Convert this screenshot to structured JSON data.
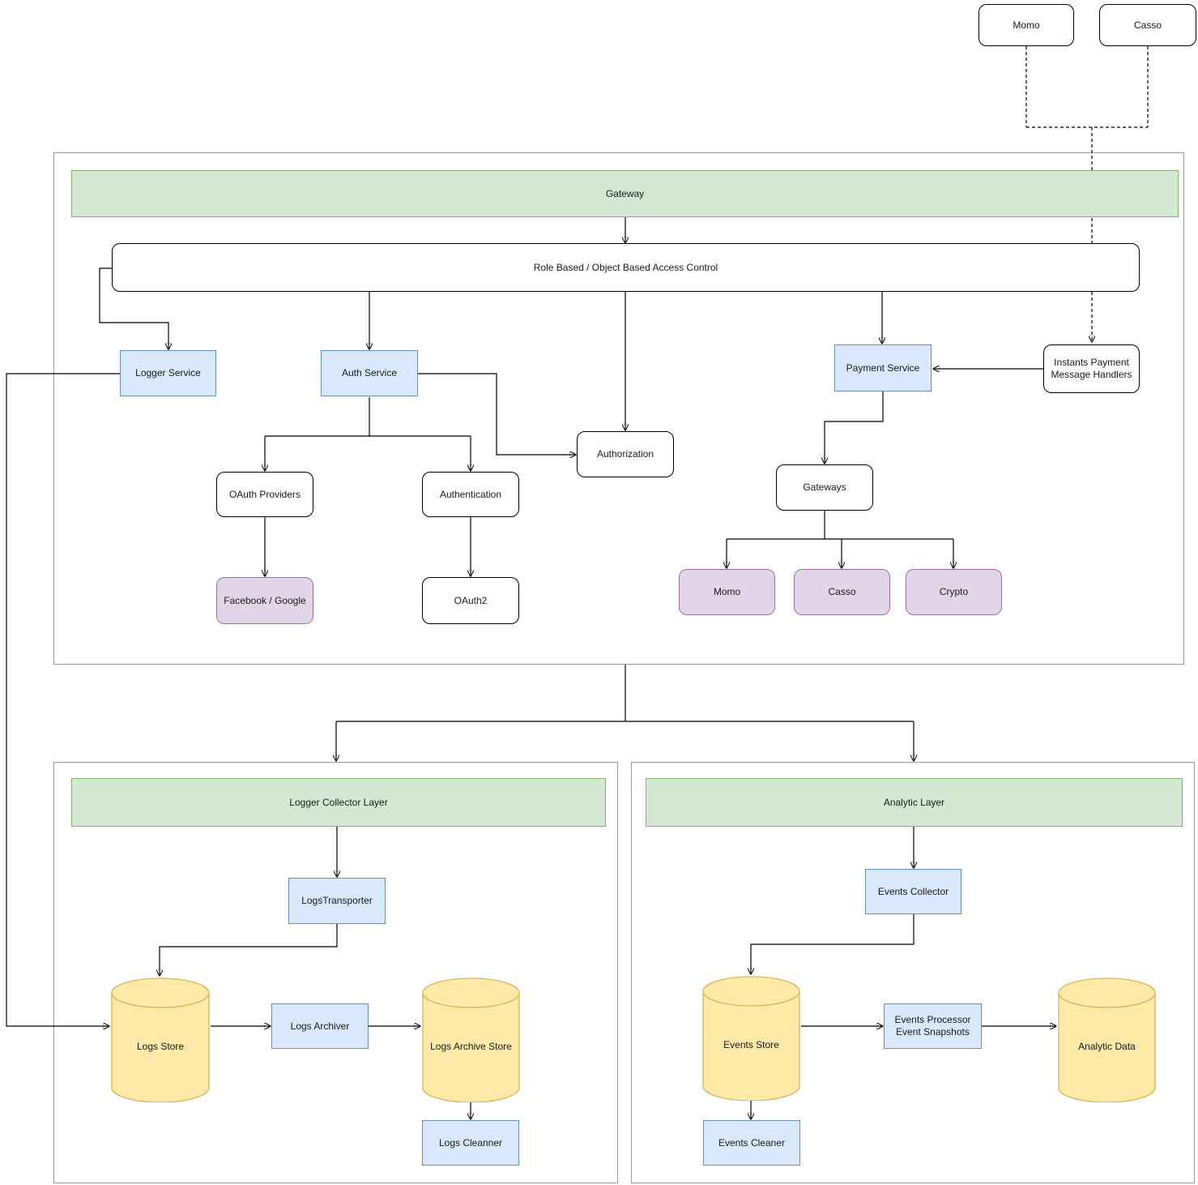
{
  "external": {
    "momo_label": "Momo",
    "casso_label": "Casso"
  },
  "gateway_layer": {
    "header_label": "Gateway",
    "rbac_label": "Role Based / Object Based Access Control",
    "logger_service_label": "Logger Service",
    "auth_service_label": "Auth Service",
    "payment_service_label": "Payment Service",
    "instant_payment_handlers_label": "Instants Payment Message Handlers",
    "authorization_label": "Authorization",
    "oauth_providers_label": "OAuth Providers",
    "authentication_label": "Authentication",
    "facebook_google_label": "Facebook / Google",
    "oauth2_label": "OAuth2",
    "gateways_label": "Gateways",
    "momo_label": "Momo",
    "casso_label": "Casso",
    "crypto_label": "Crypto"
  },
  "logger_collector_layer": {
    "header_label": "Logger Collector Layer",
    "logs_transporter_label": "LogsTransporter",
    "logs_store_label": "Logs Store",
    "logs_archiver_label": "Logs Archiver",
    "logs_archive_store_label": "Logs Archive Store",
    "logs_cleanner_label": "Logs Cleanner"
  },
  "analytic_layer": {
    "header_label": "Analytic Layer",
    "events_collector_label": "Events Collector",
    "events_store_label": "Events Store",
    "events_processor_label": "Events Processor Event Snapshots",
    "analytic_data_label": "Analytic Data",
    "events_cleaner_label": "Events Cleaner"
  },
  "colors": {
    "green_fill": "#d5e8d4",
    "green_border": "#82b366",
    "blue_fill": "#dae8fc",
    "blue_border": "#6c8ebf",
    "purple_fill": "#e1d5e7",
    "purple_border": "#9673a6",
    "yellow_fill": "#ffe9a8",
    "yellow_border": "#d6b656",
    "line_color": "#000000"
  }
}
